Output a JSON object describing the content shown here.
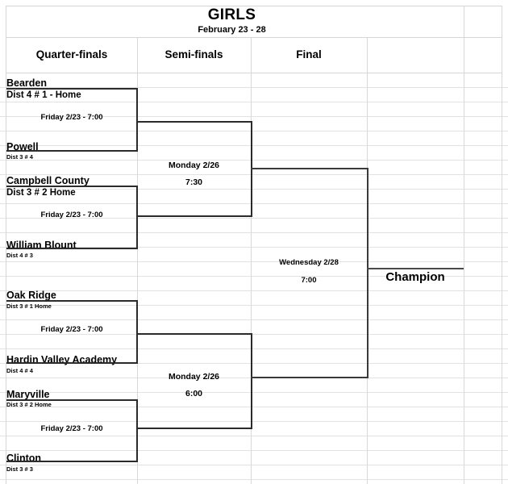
{
  "title": {
    "main": "GIRLS",
    "subtitle": "February 23 - 28"
  },
  "rounds": {
    "quarterfinals": "Quarter-finals",
    "semifinals": "Semi-finals",
    "final": "Final",
    "champion": "Champion"
  },
  "quarterfinals": [
    {
      "top_team": "Bearden",
      "top_seed": "Dist 4 # 1   -   Home",
      "bottom_team": "Powell",
      "bottom_seed": "Dist 3 # 4",
      "game": "Friday 2/23  -  7:00"
    },
    {
      "top_team": "Campbell County",
      "top_seed": "Dist 3 # 2      Home",
      "bottom_team": "William Blount",
      "bottom_seed": "Dist 4 # 3",
      "game": "Friday 2/23  -  7:00"
    },
    {
      "top_team": "Oak Ridge",
      "top_seed": "Dist 3  # 1   Home",
      "bottom_team": "Hardin Valley Academy",
      "bottom_seed": "Dist 4 # 4",
      "game": "Friday 2/23  -  7:00"
    },
    {
      "top_team": "Maryville",
      "top_seed": "Dist 3  # 2   Home",
      "bottom_team": "Clinton",
      "bottom_seed": "Dist 3 # 3",
      "game": "Friday 2/23  -  7:00"
    }
  ],
  "semifinals": [
    {
      "date": "Monday 2/26",
      "time": "7:30"
    },
    {
      "date": "Monday 2/26",
      "time": "6:00"
    }
  ],
  "final": {
    "date": "Wednesday 2/28",
    "time": "7:00"
  }
}
